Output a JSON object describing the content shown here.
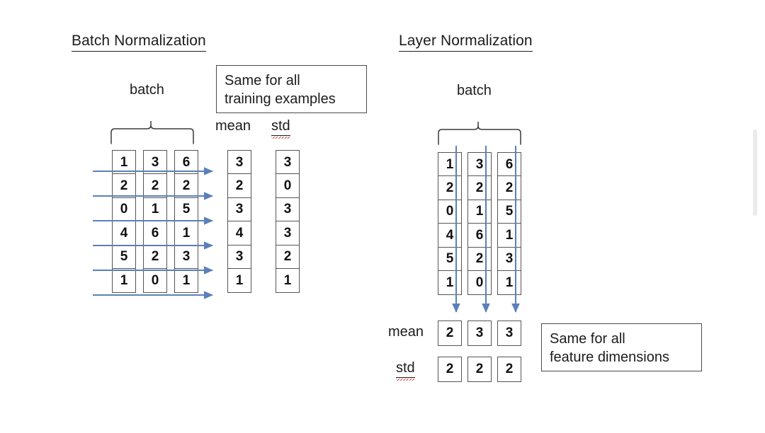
{
  "page": {
    "background": "#ffffff",
    "ink": "#1c1c1c",
    "arrow_color": "#5b7fb9",
    "box_border": "#4a4a4a",
    "cell_border": "#555555",
    "spell_error_color": "#d04a4a"
  },
  "batch_norm": {
    "title": "Batch Normalization",
    "brace_label": "batch",
    "callout": "Same for all\ntraining examples",
    "mean_label": "mean",
    "std_label": "std",
    "matrix": {
      "rows": 6,
      "cols": 3,
      "columns": [
        [
          "1",
          "2",
          "0",
          "4",
          "5",
          "1"
        ],
        [
          "3",
          "2",
          "1",
          "6",
          "2",
          "0"
        ],
        [
          "6",
          "2",
          "5",
          "1",
          "3",
          "1"
        ]
      ]
    },
    "mean_column": [
      "3",
      "2",
      "3",
      "4",
      "3",
      "1"
    ],
    "std_column": [
      "3",
      "0",
      "3",
      "3",
      "2",
      "1"
    ],
    "arrow_direction": "horizontal-right",
    "arrow_count": 6
  },
  "layer_norm": {
    "title": "Layer Normalization",
    "brace_label": "batch",
    "callout": "Same for all\nfeature dimensions",
    "mean_label": "mean",
    "std_label": "std",
    "matrix": {
      "rows": 6,
      "cols": 3,
      "columns": [
        [
          "1",
          "2",
          "0",
          "4",
          "5",
          "1"
        ],
        [
          "3",
          "2",
          "1",
          "6",
          "2",
          "0"
        ],
        [
          "6",
          "2",
          "5",
          "1",
          "3",
          "1"
        ]
      ]
    },
    "mean_row": [
      "2",
      "3",
      "3"
    ],
    "std_row": [
      "2",
      "2",
      "2"
    ],
    "arrow_direction": "vertical-down",
    "arrow_count": 3
  },
  "scrollbar": {
    "thumb_color": "#ebebeb",
    "position": "right"
  }
}
